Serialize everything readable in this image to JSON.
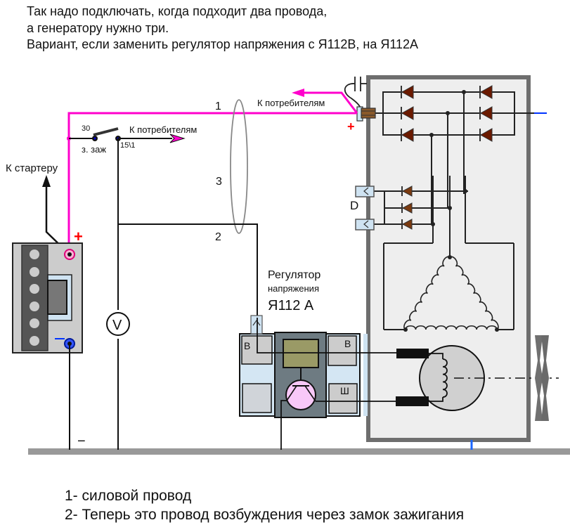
{
  "header": {
    "lines": [
      "Так надо подключать, когда подходит два провода,",
      "а генератору нужно три.",
      "Вариант, если заменить регулятор напряжения с Я112В,  на Я112А"
    ]
  },
  "labels": {
    "wire1": "1",
    "wire2": "2",
    "wire3": "3",
    "to_consumers_generator": "К потребителям",
    "to_consumers_switch": "К потребителям",
    "to_starter": "К стартеру",
    "ignition_switch": "з. заж",
    "terminal_30": "30",
    "terminal_15": "15\\1",
    "plus_generator": "+",
    "minus_generator": "−",
    "plus_battery": "+",
    "minus_battery": "−",
    "minus_ground": "−",
    "terminal_d": "D",
    "voltmeter": "V",
    "regulator_title": "Регулятор",
    "regulator_subtitle": "напряжения",
    "regulator_model": "Я112 А",
    "reg_terminal_b_left": "В",
    "reg_terminal_b_right": "В",
    "reg_terminal_sh": "Ш"
  },
  "legend": {
    "items": [
      "1- силовой провод",
      "2- Теперь это провод возбуждения через замок зажигания"
    ]
  },
  "colors": {
    "power_wire": "#ff00cc",
    "plus": "#ff0000",
    "minus": "#0033ff",
    "diode": "#6b1a00",
    "generator_body": "#eeeeee",
    "generator_border": "#6e6e6e",
    "ground_bar": "#999999",
    "regulator_core": "#6e7b82",
    "regulator_body": "#d4e6f3",
    "transistor": "#f8c8f8"
  }
}
